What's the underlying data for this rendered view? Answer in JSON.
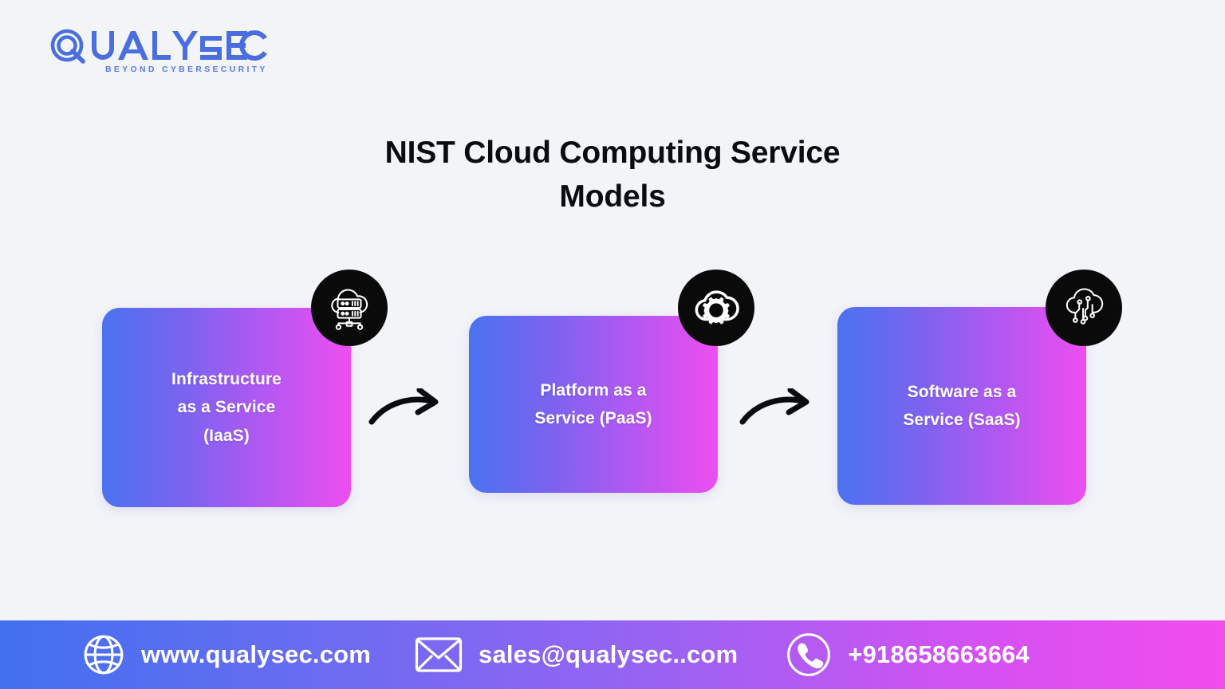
{
  "brand": {
    "logo_text": "QUALYSEC",
    "tagline": "BEYOND CYBERSECURITY",
    "logo_color": "#4a6ee0"
  },
  "title": {
    "line1": "NIST Cloud Computing Service",
    "line2": "Models",
    "color": "#0b0b12"
  },
  "colors": {
    "background": "#f2f4f8",
    "gradient_start": "#4a72f0",
    "gradient_end": "#ee4ef0",
    "badge_background": "#0a0a0a",
    "card_text": "#ffffff",
    "arrow": "#0a0a12"
  },
  "cards": [
    {
      "id": "iaas",
      "lines": [
        "Infrastructure",
        "as a Service",
        "(IaaS)"
      ],
      "full_label": "Infrastructure as a Service (IaaS)",
      "icon": "cloud-server-icon"
    },
    {
      "id": "paas",
      "lines": [
        "Platform as a",
        "Service (PaaS)"
      ],
      "full_label": "Platform as a Service (PaaS)",
      "icon": "cloud-gear-icon"
    },
    {
      "id": "saas",
      "lines": [
        "Software as a",
        "Service (SaaS)"
      ],
      "full_label": "Software as a Service (SaaS)",
      "icon": "cloud-circuit-icon"
    }
  ],
  "connectors": [
    {
      "id": "arrow-1",
      "icon": "curved-arrow-right-icon"
    },
    {
      "id": "arrow-2",
      "icon": "curved-arrow-right-icon"
    }
  ],
  "footer": {
    "website": {
      "icon": "globe-icon",
      "text": "www.qualysec.com"
    },
    "email": {
      "icon": "envelope-icon",
      "text": "sales@qualysec..com"
    },
    "phone": {
      "icon": "phone-icon",
      "text": "+918658663664"
    }
  }
}
